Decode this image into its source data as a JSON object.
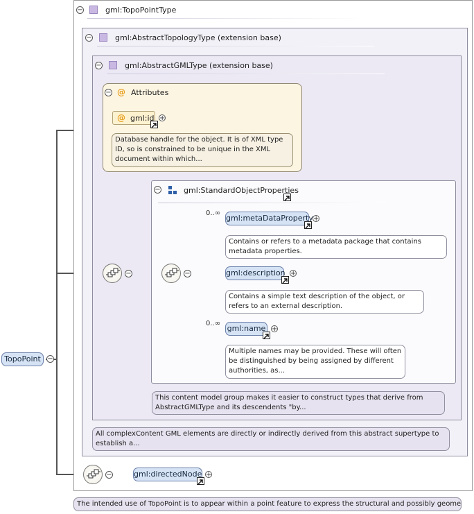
{
  "root": {
    "label": "TopoPoint",
    "doc": "The intended use of TopoPoint is to appear within a point feature to express the structural and possibly geometric..."
  },
  "types": {
    "topo_point_type": "gml:TopoPointType",
    "abstract_topology": "gml:AbstractTopologyType (extension base)",
    "abstract_gml": "gml:AbstractGMLType (extension base)",
    "abstract_gml_doc": "All complexContent GML elements are directly or indirectly derived from this abstract supertype to establish a..."
  },
  "attributes": {
    "title": "Attributes",
    "id_label": "gml:id",
    "id_doc": "Database handle for the object. It is of XML type ID, so is constrained to be unique in the XML document within which..."
  },
  "group": {
    "title": "gml:StandardObjectProperties",
    "doc": "This content model group makes it easier to construct types that derive from AbstractGMLType and its descendents \"by...",
    "elements": [
      {
        "label": "gml:metaDataProperty",
        "occurrence": "0..∞",
        "doc": "Contains or refers to a metadata package that contains metadata properties."
      },
      {
        "label": "gml:description",
        "occurrence": "",
        "doc": "Contains a simple text description of the object, or refers to an external description."
      },
      {
        "label": "gml:name",
        "occurrence": "0..∞",
        "doc": "Multiple names may be provided. These will often be distinguished by being assigned by different authorities, as..."
      }
    ]
  },
  "directed_node": {
    "label": "gml:directedNode"
  },
  "icons": {
    "collapse": "−",
    "expand": "+",
    "at": "@"
  },
  "colors": {
    "element_fill": "#d5e3f5",
    "element_border": "#6a7fa8",
    "attr_fill": "#fcf5e2",
    "type_fill": "#f3f1f8"
  }
}
